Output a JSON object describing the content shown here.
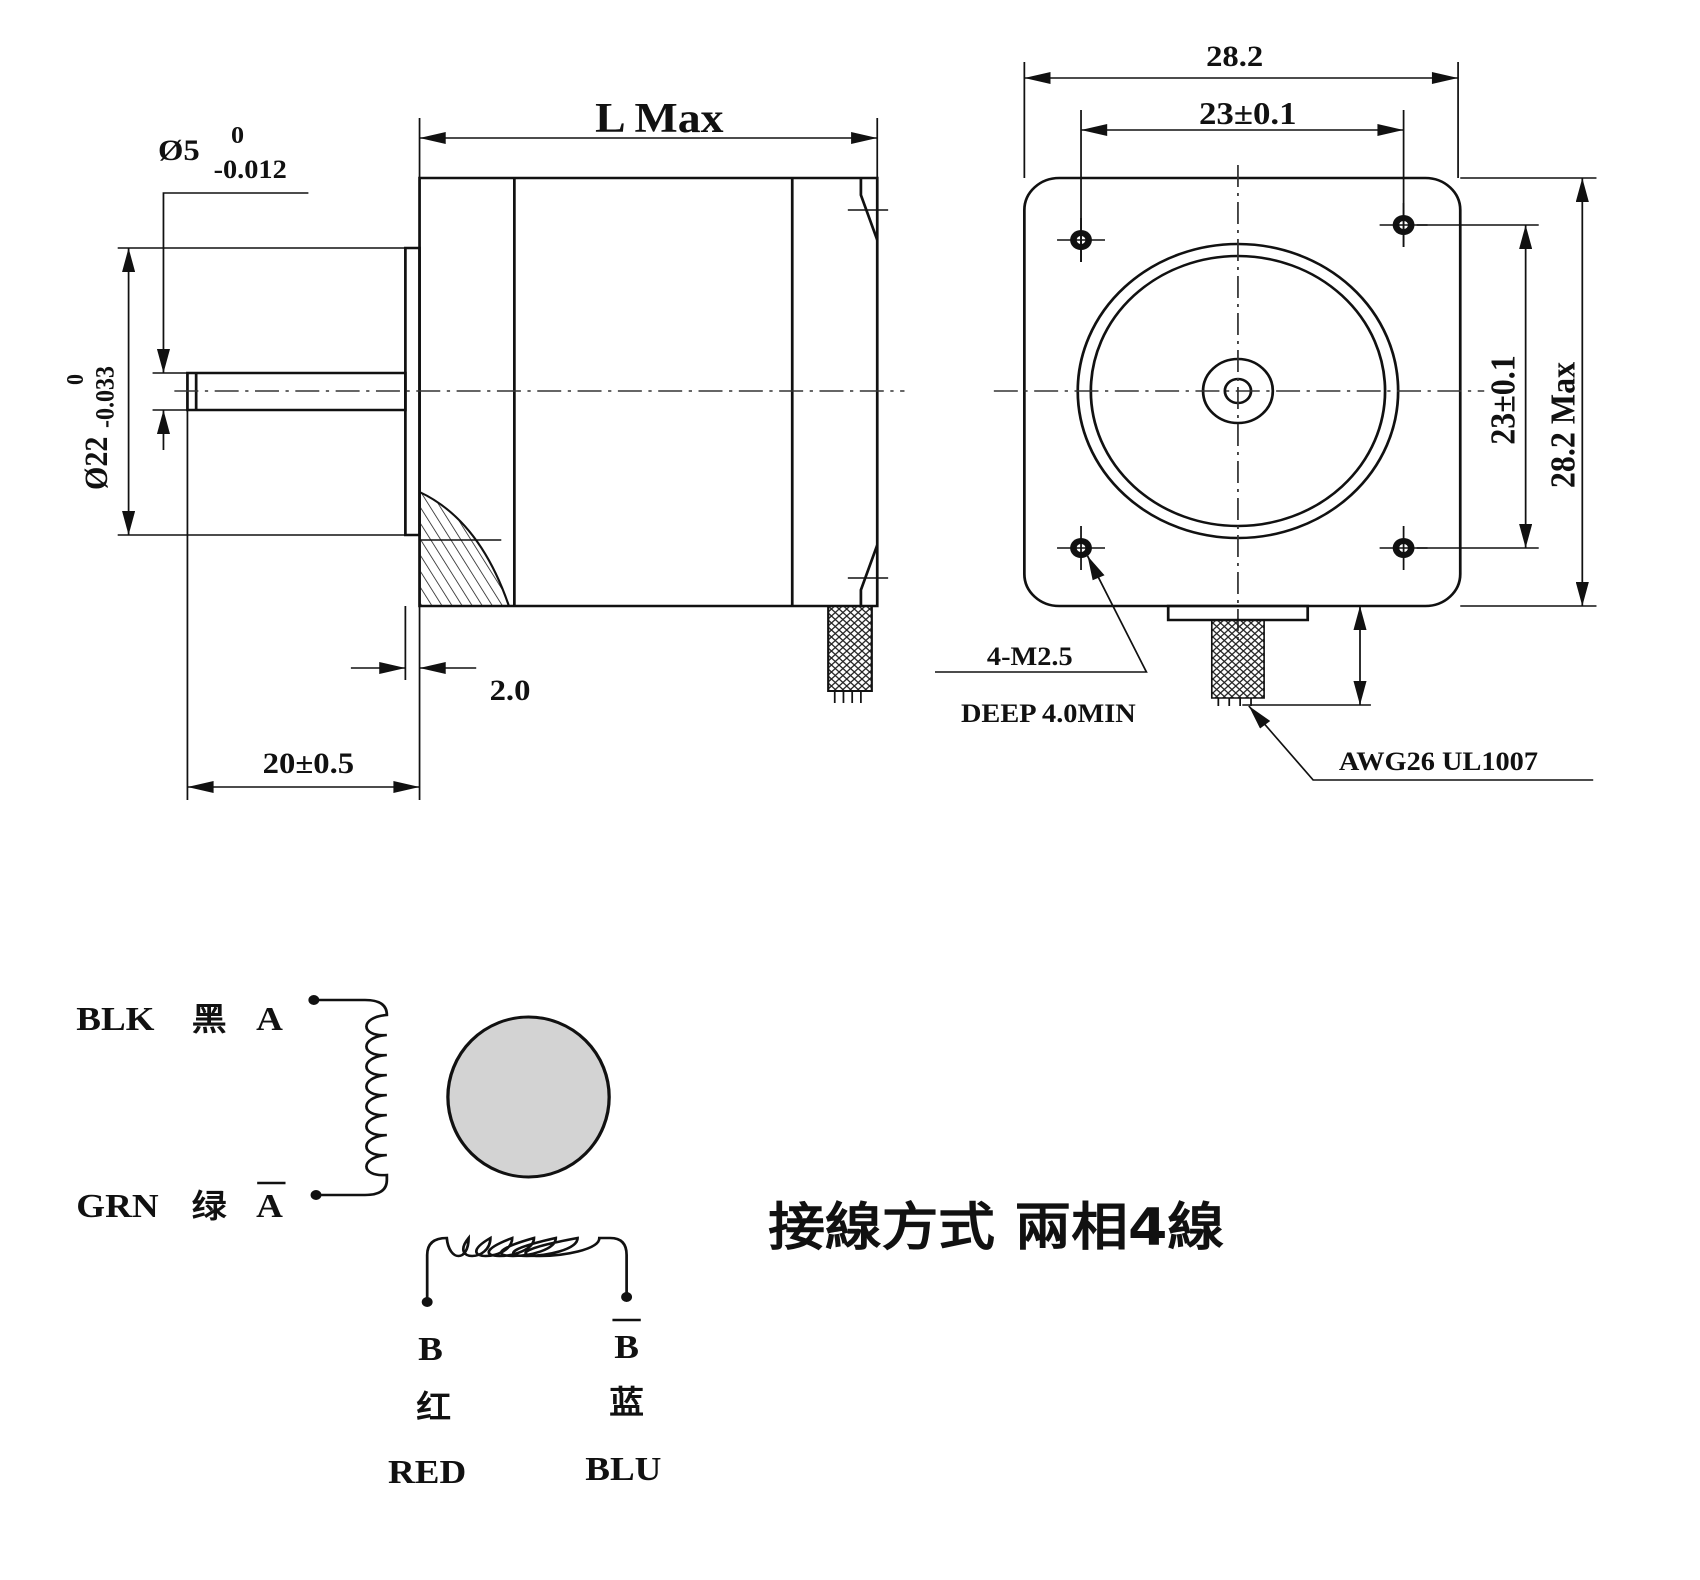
{
  "side_view": {
    "length_label": "L Max",
    "shaft_diameter": "Ø5",
    "shaft_tol_upper": "0",
    "shaft_tol_lower": "-0.012",
    "pilot_diameter": "Ø22",
    "pilot_tol_upper": "0",
    "pilot_tol_lower": "-0.033",
    "pilot_height": "2.0",
    "shaft_length": "20±0.5"
  },
  "front_view": {
    "width": "28.2",
    "hole_spacing_h": "23±0.1",
    "hole_spacing_v": "23±0.1",
    "height": "28.2 Max",
    "thread": "4-M2.5",
    "depth": "DEEP 4.0MIN",
    "wire": "AWG26 UL1007"
  },
  "wiring": {
    "a_plus": {
      "en": "BLK",
      "zh": "黑",
      "pin": "A"
    },
    "a_minus": {
      "en": "GRN",
      "zh": "绿",
      "pin": "A"
    },
    "b_plus": {
      "en": "RED",
      "zh": "红",
      "pin": "B"
    },
    "b_minus": {
      "en": "BLU",
      "zh": "蓝",
      "pin": "B"
    },
    "title": "接線方式 兩相4線",
    "rotor_color": "#d3d3d3"
  }
}
